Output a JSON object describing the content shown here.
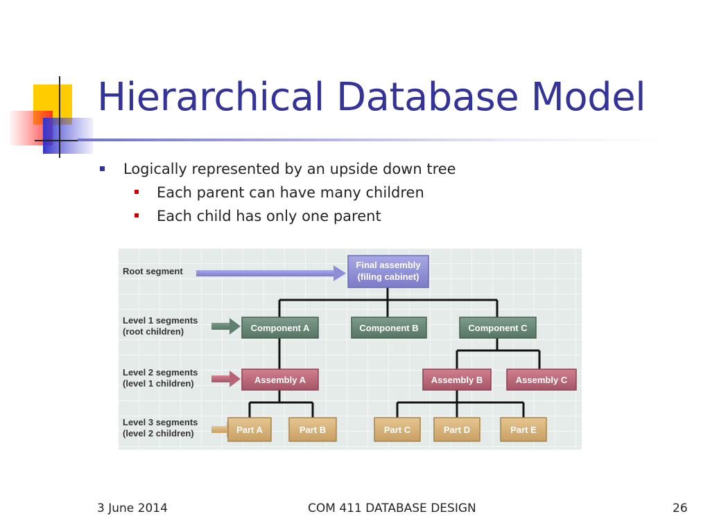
{
  "slide": {
    "title": "Hierarchical Database Model",
    "bullets": [
      {
        "text": "Logically represented by an upside down tree",
        "sub": [
          "Each parent can have many children",
          "Each child has only one parent"
        ]
      }
    ]
  },
  "diagram": {
    "level_labels": [
      [
        "Root segment"
      ],
      [
        "Level 1 segments",
        "(root children)"
      ],
      [
        "Level 2 segments",
        "(level 1 children)"
      ],
      [
        "Level 3 segments",
        "(level 2 children)"
      ]
    ],
    "nodes": {
      "root": [
        "Final assembly",
        "(filing cabinet)"
      ],
      "component_a": "Component A",
      "component_b": "Component B",
      "component_c": "Component C",
      "assembly_a": "Assembly A",
      "assembly_b": "Assembly B",
      "assembly_c": "Assembly C",
      "part_a": "Part A",
      "part_b": "Part B",
      "part_c": "Part C",
      "part_d": "Part D",
      "part_e": "Part E"
    },
    "colors": {
      "root": "#8e8ed6",
      "component": "#5f7f6f",
      "assembly": "#b86474",
      "part": "#d4b07a",
      "background": "#e5ebe8"
    }
  },
  "footer": {
    "date": "3 June 2014",
    "course": "COM 411 DATABASE DESIGN",
    "page": "26"
  }
}
